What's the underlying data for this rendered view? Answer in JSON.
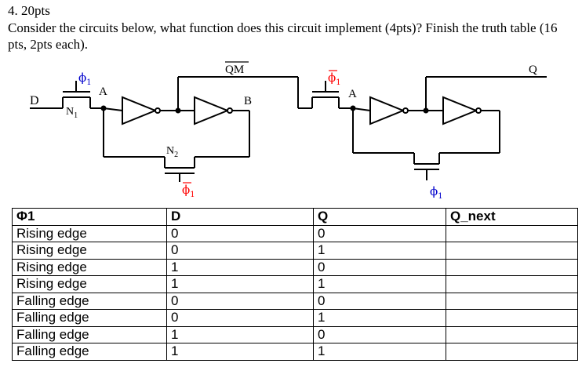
{
  "question": {
    "number": "4. 20pts",
    "prompt": "Consider the circuits below, what function does this circuit implement (4pts)? Finish the truth table (16 pts, 2pts each)."
  },
  "circuit": {
    "labels": {
      "d": "D",
      "n1": "N",
      "n1_sub": "1",
      "n2": "N",
      "n2_sub": "2",
      "a1": "A",
      "a2": "A",
      "b": "B",
      "qm": "QM",
      "q": "Q",
      "phi": "ϕ",
      "phi_sub": "1"
    },
    "colors": {
      "wire": "#000000",
      "clock": "#ff0000",
      "clock_bar": "#ff0000"
    }
  },
  "truth_table": {
    "headers": [
      "Φ1",
      "D",
      "Q",
      "Q_next"
    ],
    "rows": [
      [
        "Rising edge",
        "0",
        "0",
        ""
      ],
      [
        "Rising edge",
        "0",
        "1",
        ""
      ],
      [
        "Rising edge",
        "1",
        "0",
        ""
      ],
      [
        "Rising edge",
        "1",
        "1",
        ""
      ],
      [
        "Falling edge",
        "0",
        "0",
        ""
      ],
      [
        "Falling edge",
        "0",
        "1",
        ""
      ],
      [
        "Falling edge",
        "1",
        "0",
        ""
      ],
      [
        "Falling edge",
        "1",
        "1",
        ""
      ]
    ]
  }
}
